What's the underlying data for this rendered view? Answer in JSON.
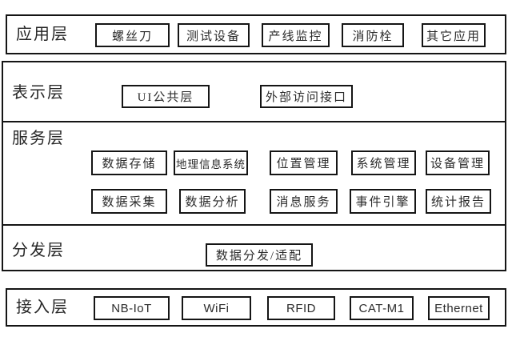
{
  "diagram_title": "layered-architecture-diagram",
  "layers": {
    "app": {
      "label": "应用层",
      "items": [
        "螺丝刀",
        "测试设备",
        "产线监控",
        "消防栓",
        "其它应用"
      ]
    },
    "presentation": {
      "label": "表示层",
      "items": [
        "UI公共层",
        "外部访问接口"
      ]
    },
    "service": {
      "label": "服务层",
      "row1": [
        "数据存储",
        "地理信息系统",
        "位置管理",
        "系统管理",
        "设备管理"
      ],
      "row2": [
        "数据采集",
        "数据分析",
        "消息服务",
        "事件引擎",
        "统计报告"
      ]
    },
    "distribution": {
      "label": "分发层",
      "items": [
        "数据分发/适配"
      ]
    },
    "access": {
      "label": "接入层",
      "items": [
        "NB-IoT",
        "WiFi",
        "RFID",
        "CAT-M1",
        "Ethernet"
      ]
    }
  },
  "colors": {
    "border": "#151515",
    "background": "#ffffff",
    "text": "#2b2b2b"
  }
}
